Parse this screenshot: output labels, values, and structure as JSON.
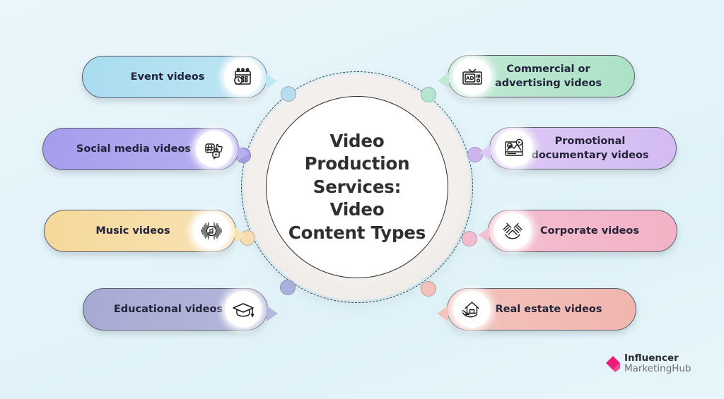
{
  "background_color": "#e6f4fa",
  "center": {
    "title": "Video Production Services: Video Content Types",
    "title_lines": [
      "Video",
      "Production",
      "Services: Video",
      "Content Types"
    ],
    "circle_fill": "#ffffff",
    "halo_fill": "#f1eeea",
    "ring_style": "dashed",
    "ring_color": "#2e4a52"
  },
  "items": [
    {
      "label": "Event videos",
      "side": "left",
      "color": "#bfe6f3",
      "color_end": "#a8dcef",
      "dot_color": "#b7dcef",
      "icon": "calendar-clock-icon"
    },
    {
      "label": "Social media videos",
      "side": "left",
      "color": "#b7b0f0",
      "color_end": "#a69ced",
      "dot_color": "#a79fe3",
      "icon": "hashtag-thumbsup-chat-icon"
    },
    {
      "label": "Music videos",
      "side": "left",
      "color": "#f8e3b4",
      "color_end": "#f5d89a",
      "dot_color": "#f5ddb1",
      "icon": "music-waveform-icon"
    },
    {
      "label": "Educational videos",
      "side": "left",
      "color": "#b5b8db",
      "color_end": "#a6aad3",
      "dot_color": "#aab0dc",
      "icon": "graduation-cap-icon"
    },
    {
      "label": "Commercial or advertising videos",
      "label_lines": [
        "Commercial or",
        "advertising videos"
      ],
      "side": "right",
      "color": "#bfe9d4",
      "color_end": "#ade2c6",
      "dot_color": "#b6e5cf",
      "icon": "tv-ad-icon"
    },
    {
      "label": "Promotional documentary videos",
      "label_lines": [
        "Promotional",
        "documentary videos"
      ],
      "side": "right",
      "color": "#ddc9f5",
      "color_end": "#d3bbf2",
      "dot_color": "#cdb4ef",
      "icon": "photo-location-icon"
    },
    {
      "label": "Corporate videos",
      "side": "right",
      "color": "#f4bfcf",
      "color_end": "#f2b2c5",
      "dot_color": "#f2bcce",
      "icon": "handshake-icon"
    },
    {
      "label": "Real estate videos",
      "side": "right",
      "color": "#f3c3bc",
      "color_end": "#f0b6ae",
      "dot_color": "#f3c0ba",
      "icon": "house-in-hand-icon"
    }
  ],
  "logo": {
    "line1": "Influencer",
    "line2": "MarketingHub",
    "mark_color": "#ec1e79",
    "mark_name": "diamond-arrow-mark"
  }
}
